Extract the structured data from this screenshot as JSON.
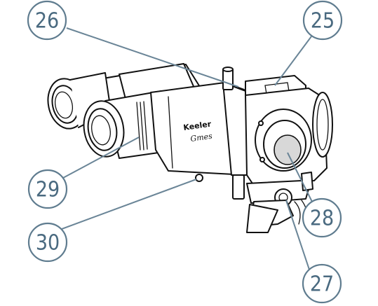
{
  "brand": {
    "line1": "Keeler",
    "line2": "Gmes"
  },
  "callouts": [
    {
      "id": "c26",
      "label": "26"
    },
    {
      "id": "c25",
      "label": "25"
    },
    {
      "id": "c29",
      "label": "29"
    },
    {
      "id": "c28",
      "label": "28"
    },
    {
      "id": "c30",
      "label": "30"
    },
    {
      "id": "c27",
      "label": "27"
    }
  ],
  "colors": {
    "callout": "#5f7c8f",
    "ink": "#111111"
  }
}
